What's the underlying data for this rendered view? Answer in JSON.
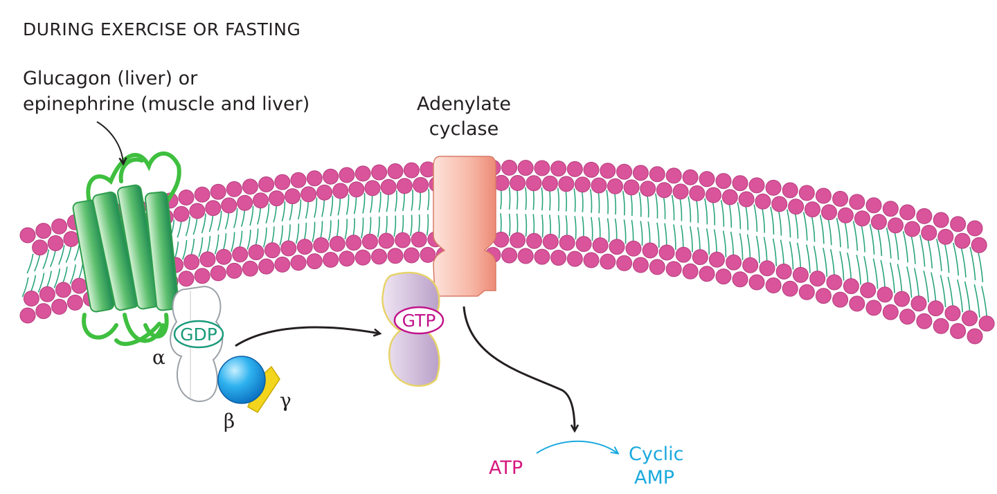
{
  "heading": "DURING EXERCISE OR FASTING",
  "hormone_label": {
    "line1": "Glucagon (liver) or",
    "line2": "epinephrine (muscle and liver)"
  },
  "adenylate_label": {
    "line1": "Adenylate",
    "line2": "cyclase"
  },
  "gdp_label": "GDP",
  "gtp_label": "GTP",
  "alpha_label": "α",
  "beta_label": "β",
  "gamma_label": "γ",
  "atp_label": "ATP",
  "camp_label": {
    "line1": "Cyclic",
    "line2": "AMP"
  },
  "colors": {
    "lipid_head": "#d9549a",
    "lipid_tail": "#2aa37d",
    "receptor_green": "#3fbf3f",
    "adenylate": "#f2a897",
    "gtp_subunit": "#c9b3d4",
    "beta_subunit": "#1e9ee0",
    "gamma_subunit": "#f2d51c",
    "atp_text": "#d6187f",
    "camp_text": "#1aa9de",
    "gdp_text": "#1a9a7a",
    "gtp_text": "#c0138a"
  }
}
